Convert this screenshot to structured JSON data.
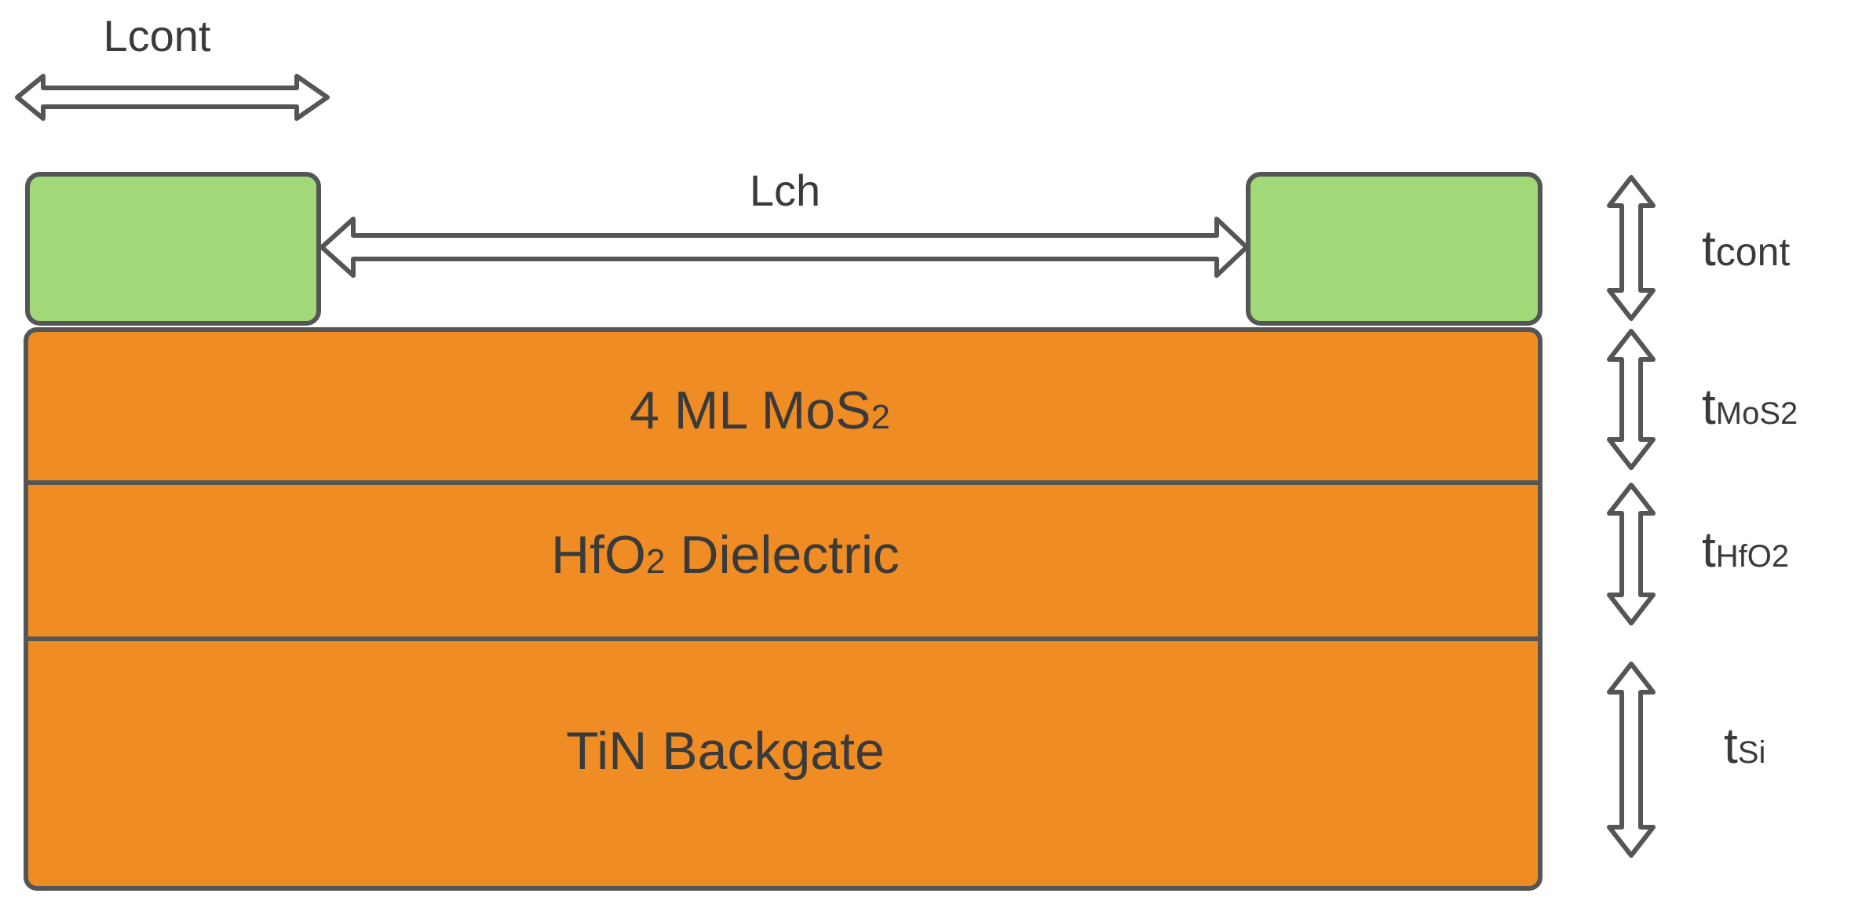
{
  "diagram": {
    "labels": {
      "contact_length": "Lcont",
      "channel_length": "Lch"
    },
    "layers": [
      {
        "main": "4 ML MoS",
        "sub": "2",
        "tail": ""
      },
      {
        "main": "HfO",
        "sub": "2",
        "tail": " Dielectric"
      },
      {
        "main": "TiN Backgate",
        "sub": "",
        "tail": ""
      }
    ],
    "thickness_labels": [
      {
        "main": "t",
        "sub": "cont"
      },
      {
        "main": "t",
        "sub": "MoS2"
      },
      {
        "main": "t",
        "sub": "HfO2"
      },
      {
        "main": "t",
        "sub": "Si"
      }
    ],
    "colors": {
      "layer_fill": "#ef8c24",
      "contact_fill": "#a1d878",
      "outline": "#555555",
      "text": "#3a3a3a"
    }
  }
}
